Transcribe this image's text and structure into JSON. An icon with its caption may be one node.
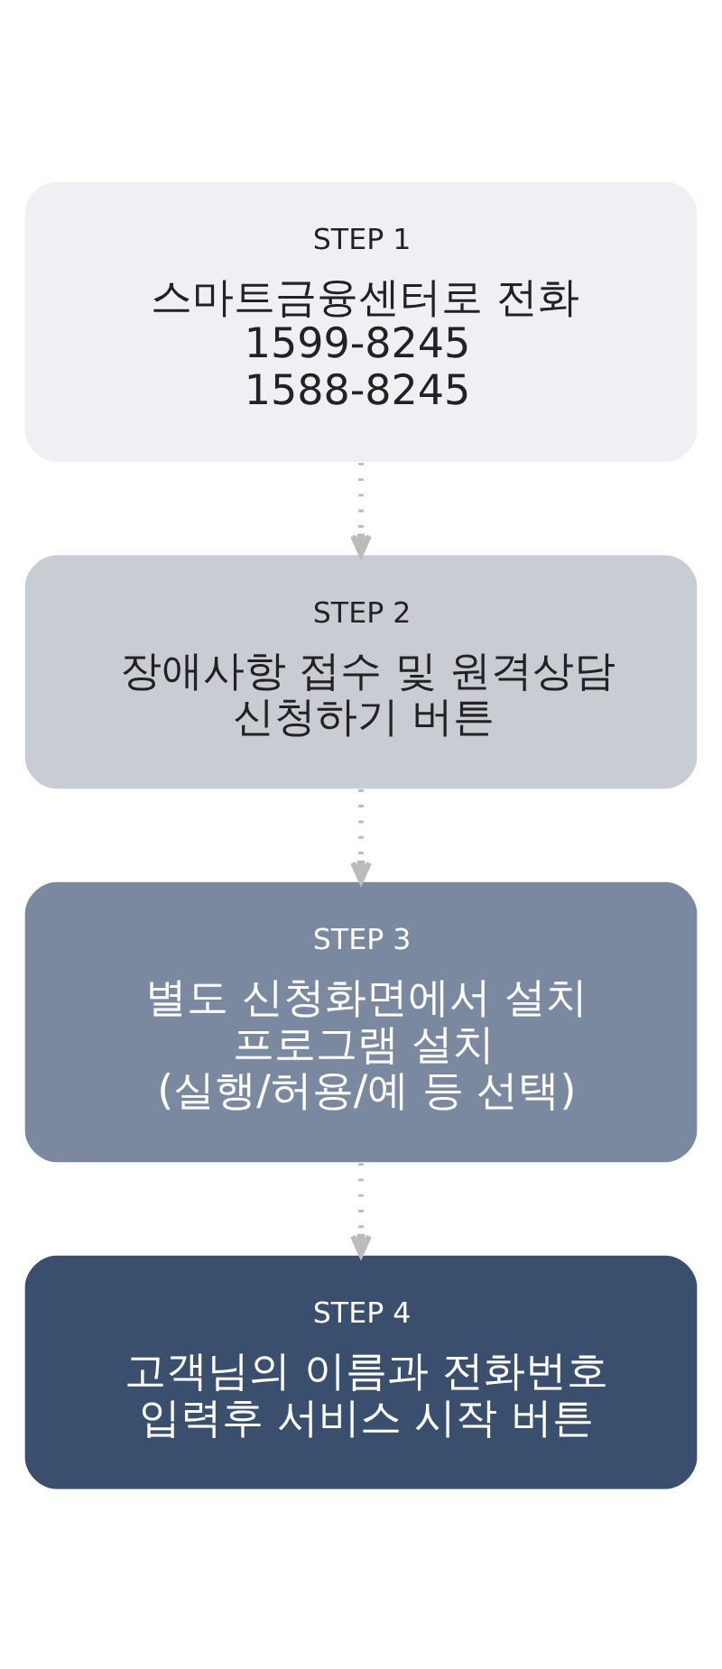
{
  "diagram": {
    "nodes": [
      {
        "text": [
          "STEP 1",
          "스마트금융센터로 전화 1599-8245 1588-8245"
        ]
      },
      {
        "text": [
          "STEP 2",
          "장애사항 접수 및 원격상담 신청하기 버튼"
        ]
      },
      {
        "text": [
          "STEP 3",
          "별도 신청화면에서 설치 프로그램 설치 (실행/허용/예 등 선택)"
        ]
      },
      {
        "text": [
          "STEP 4",
          "고객님의 이름과 전화번호 입력후 서비스 시작 버튼"
        ]
      }
    ],
    "edges": [
      {
        "from": 0,
        "to": 1,
        "arrow": "to",
        "style": "dashed"
      },
      {
        "from": 1,
        "to": 2,
        "arrow": "to",
        "style": "dashed"
      },
      {
        "from": 2,
        "to": 3,
        "arrow": "to",
        "style": "dashed"
      }
    ]
  }
}
